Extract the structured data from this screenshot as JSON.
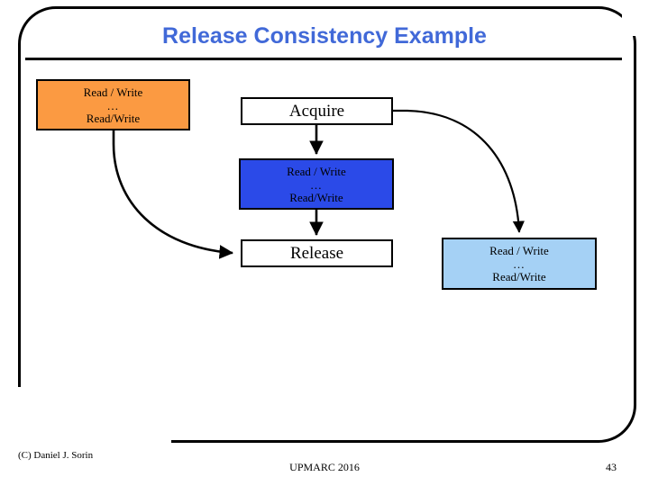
{
  "slide": {
    "title": "Release Consistency Example",
    "title_color": "#4169d8"
  },
  "diagram": {
    "boxes": [
      {
        "id": "orange-read-write",
        "name": "read-write-block-orange",
        "fill": "#fb9a42",
        "lines": [
          "Read / Write",
          "…",
          "Read/Write"
        ]
      },
      {
        "id": "acquire",
        "name": "acquire-block",
        "fill": "#ffffff",
        "label": "Acquire"
      },
      {
        "id": "blue-read-write",
        "name": "read-write-block-blue",
        "fill": "#2b4ae8",
        "lines": [
          "Read / Write",
          "…",
          "Read/Write"
        ]
      },
      {
        "id": "release",
        "name": "release-block",
        "fill": "#ffffff",
        "label": "Release"
      },
      {
        "id": "lightblue-read-write",
        "name": "read-write-block-lightblue",
        "fill": "#a5d1f5",
        "lines": [
          "Read / Write",
          "…",
          "Read/Write"
        ]
      }
    ],
    "connectors": [
      {
        "from": "orange-read-write",
        "to": "release",
        "style": "curved-arrow"
      },
      {
        "from": "acquire",
        "to": "blue-read-write",
        "style": "straight-arrow"
      },
      {
        "from": "blue-read-write",
        "to": "release",
        "style": "straight-arrow"
      },
      {
        "from": "acquire",
        "to": "lightblue-read-write",
        "style": "curved-arrow"
      }
    ]
  },
  "footer": {
    "copyright": "(C) Daniel J. Sorin",
    "center": "UPMARC 2016",
    "page": "43"
  }
}
